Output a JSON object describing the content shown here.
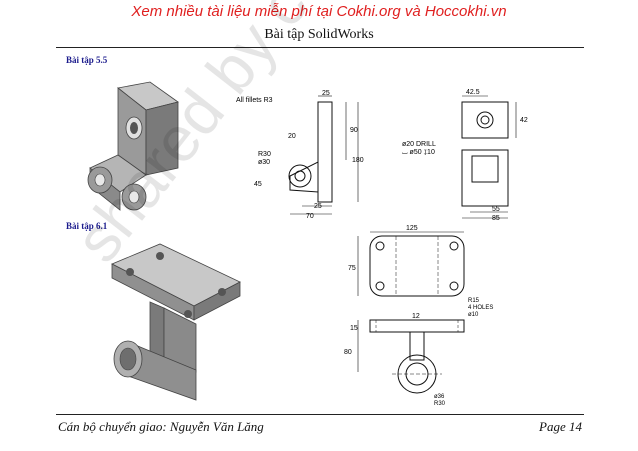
{
  "header": {
    "banner": "Xem nhiều tài liệu miễn phí tại Cokhi.org và Hoccokhi.vn",
    "title": "Bài tập SolidWorks"
  },
  "exercises": [
    {
      "label": "Bài tập 5.5",
      "drawing": {
        "note": "All fillets R3",
        "dims": [
          "25",
          "20",
          "90",
          "R30",
          "ø30",
          "180",
          "45",
          "25",
          "70",
          "42.5",
          "42",
          "ø20 DRILL",
          "⌴ ø50 ↧10",
          "55",
          "85"
        ]
      }
    },
    {
      "label": "Bài tập 6.1",
      "drawing": {
        "dims": [
          "125",
          "75",
          "R15",
          "4 HOLES",
          "ø10",
          "12",
          "15",
          "80",
          "ø36",
          "R30"
        ]
      }
    }
  ],
  "watermark": "shared by cokhi.org",
  "footer": {
    "author": "Cán bộ chuyển giao: Nguyễn Văn Lăng",
    "page": "Page 14"
  },
  "colors": {
    "banner": "#e02020",
    "label": "#1a1a8c",
    "part_gray": "#8a8a8a"
  }
}
